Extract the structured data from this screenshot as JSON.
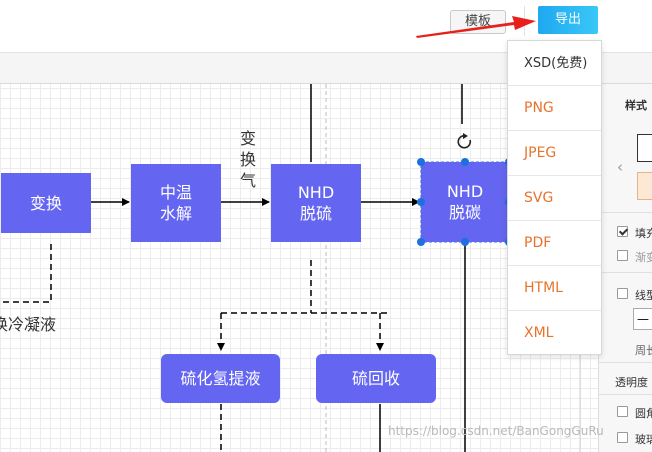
{
  "toolbar": {
    "template_label": "模板",
    "export_label": "导出"
  },
  "export_menu": {
    "items": [
      "XSD(免费)",
      "PNG",
      "JPEG",
      "SVG",
      "PDF",
      "HTML",
      "XML"
    ]
  },
  "diagram": {
    "nodes": {
      "shift": "变换",
      "hydrolysis_1": "中温",
      "hydrolysis_2": "水解",
      "nhd_desulf_1": "NHD",
      "nhd_desulf_2": "脱硫",
      "nhd_decarb_1": "NHD",
      "nhd_decarb_2": "脱碳",
      "h2s_extract": "硫化氢提液",
      "sulfur_recovery": "硫回收"
    },
    "labels": {
      "shift_gas_1": "变",
      "shift_gas_2": "换",
      "shift_gas_3": "气",
      "condensate": "换冷凝液"
    }
  },
  "panel": {
    "style_label": "样式",
    "fill_label": "填充",
    "gradient_label": "渐变",
    "line_label": "线型",
    "perimeter_label": "周长",
    "opacity_label": "透明度",
    "rounded_label": "圆角",
    "glass_label": "玻璃"
  },
  "watermark": "https://blog.csdn.net/BanGongGuRu"
}
